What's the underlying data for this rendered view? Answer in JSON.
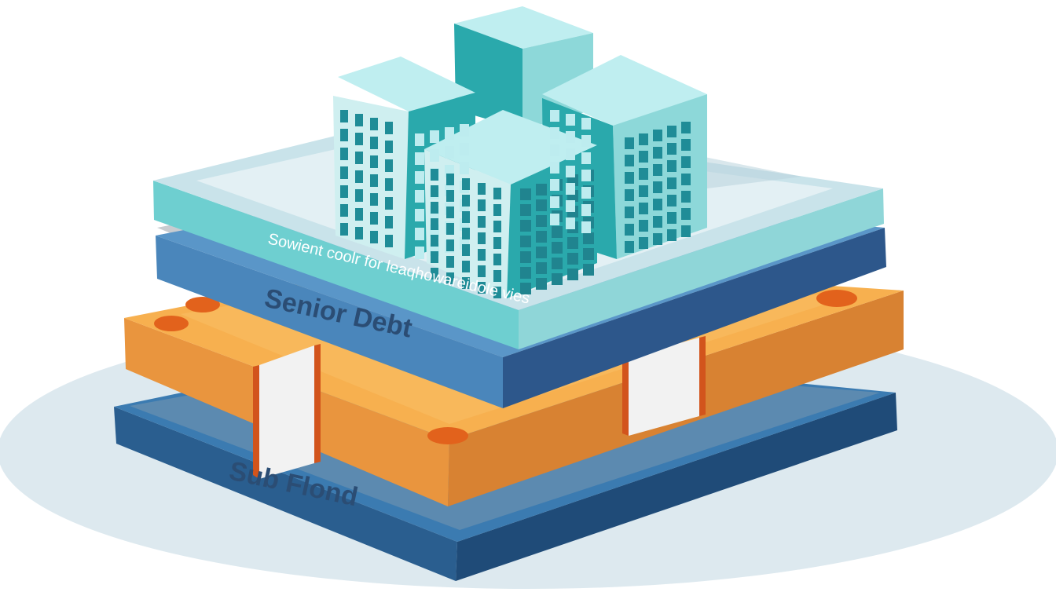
{
  "labels": {
    "top_layer_caption": "Sowient coolr for leaqhowareidole vies",
    "senior_layer": "Senior Debt",
    "bottom_layer": "Sub Flond"
  },
  "colors": {
    "ground": "#dde9ef",
    "bottom_slab_top": "#2c6a9d",
    "bottom_slab_side": "#1f4f7c",
    "orange_top": "#f7a94a",
    "orange_side": "#e07f2f",
    "orange_dot": "#e2621c",
    "strap": "#d2541c",
    "strap_band": "#f1f1f1",
    "senior_top": "#4f8cc0",
    "senior_side": "#2f5f92",
    "gray_plate": "#c8ccd0",
    "teal_top": "#d9ecf1",
    "teal_side": "#77cfd0",
    "building_dark": "#2aa9ac",
    "building_light": "#cfeff0",
    "building_window": "#1f8c97"
  }
}
